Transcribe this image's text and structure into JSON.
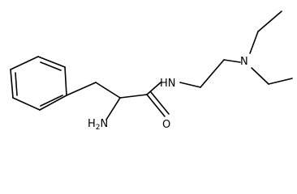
{
  "atoms": {
    "amide_nitrogen": "HN",
    "amine_nitrogen": "N",
    "amino_group": "H2N",
    "carbonyl_oxygen": "O"
  },
  "colors": {
    "bond": "#000000",
    "label": "#000000",
    "background": "#ffffff"
  }
}
